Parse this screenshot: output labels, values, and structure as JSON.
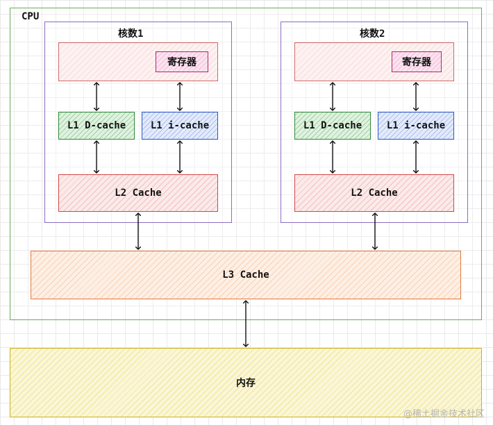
{
  "cpu": {
    "label": "CPU"
  },
  "cores": [
    {
      "title": "核数1",
      "register": "寄存器",
      "l1d": "L1 D-cache",
      "l1i": "L1 i-cache",
      "l2": "L2 Cache"
    },
    {
      "title": "核数2",
      "register": "寄存器",
      "l1d": "L1 D-cache",
      "l1i": "L1 i-cache",
      "l2": "L2 Cache"
    }
  ],
  "l3": {
    "label": "L3 Cache"
  },
  "memory": {
    "label": "内存"
  },
  "watermark": "@稀土掘金技术社区",
  "colors": {
    "cpu_border": "#6aaa5c",
    "core_border": "#8a6cc2",
    "l1d": "#2f8a3a",
    "l1i": "#2a55c4",
    "l2": "#d04545",
    "l3": "#e07a3e",
    "memory": "#c9b224",
    "register": "#b2246f"
  }
}
